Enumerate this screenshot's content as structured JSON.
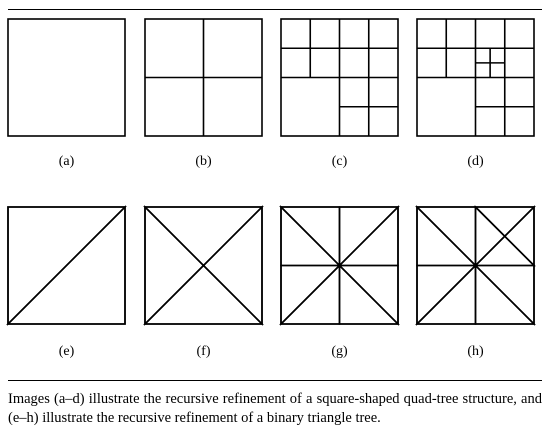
{
  "figure": {
    "panels": [
      {
        "id": "a",
        "label": "(a)",
        "kind": "quadtree",
        "splits": []
      },
      {
        "id": "b",
        "label": "(b)",
        "kind": "quadtree",
        "splits": [
          ""
        ]
      },
      {
        "id": "c",
        "label": "(c)",
        "kind": "quadtree",
        "splits": [
          "",
          "0",
          "1",
          "3"
        ]
      },
      {
        "id": "d",
        "label": "(d)",
        "kind": "quadtree",
        "splits": [
          "",
          "0",
          "1",
          "3",
          "12"
        ]
      },
      {
        "id": "e",
        "label": "(e)",
        "kind": "triangles",
        "triangles": [
          [
            [
              0,
              0
            ],
            [
              1,
              0
            ],
            [
              0,
              1
            ]
          ],
          [
            [
              1,
              0
            ],
            [
              1,
              1
            ],
            [
              0,
              1
            ]
          ]
        ]
      },
      {
        "id": "f",
        "label": "(f)",
        "kind": "triangles",
        "triangles": [
          [
            [
              0,
              0
            ],
            [
              0.5,
              0.5
            ],
            [
              0,
              1
            ]
          ],
          [
            [
              0,
              0
            ],
            [
              1,
              0
            ],
            [
              0.5,
              0.5
            ]
          ],
          [
            [
              1,
              0
            ],
            [
              1,
              1
            ],
            [
              0.5,
              0.5
            ]
          ],
          [
            [
              0,
              1
            ],
            [
              0.5,
              0.5
            ],
            [
              1,
              1
            ]
          ]
        ]
      },
      {
        "id": "g",
        "label": "(g)",
        "kind": "triangles",
        "triangles": [
          [
            [
              0,
              0
            ],
            [
              0.5,
              0.5
            ],
            [
              0,
              0.5
            ]
          ],
          [
            [
              0,
              0.5
            ],
            [
              0.5,
              0.5
            ],
            [
              0,
              1
            ]
          ],
          [
            [
              0,
              0
            ],
            [
              0.5,
              0
            ],
            [
              0.5,
              0.5
            ]
          ],
          [
            [
              0.5,
              0
            ],
            [
              1,
              0
            ],
            [
              0.5,
              0.5
            ]
          ],
          [
            [
              1,
              0
            ],
            [
              1,
              0.5
            ],
            [
              0.5,
              0.5
            ]
          ],
          [
            [
              1,
              0.5
            ],
            [
              1,
              1
            ],
            [
              0.5,
              0.5
            ]
          ],
          [
            [
              0,
              1
            ],
            [
              0.5,
              0.5
            ],
            [
              0.5,
              1
            ]
          ],
          [
            [
              0.5,
              1
            ],
            [
              0.5,
              0.5
            ],
            [
              1,
              1
            ]
          ]
        ]
      },
      {
        "id": "h",
        "label": "(h)",
        "kind": "triangles",
        "triangles": [
          [
            [
              0,
              0
            ],
            [
              0.5,
              0.5
            ],
            [
              0,
              0.5
            ]
          ],
          [
            [
              0,
              0.5
            ],
            [
              0.5,
              0.5
            ],
            [
              0,
              1
            ]
          ],
          [
            [
              0,
              0
            ],
            [
              0.5,
              0
            ],
            [
              0.5,
              0.5
            ]
          ],
          [
            [
              0.5,
              0
            ],
            [
              0.75,
              0.25
            ],
            [
              0.5,
              0.5
            ]
          ],
          [
            [
              0.5,
              0
            ],
            [
              1,
              0
            ],
            [
              0.75,
              0.25
            ]
          ],
          [
            [
              1,
              0
            ],
            [
              1,
              0.5
            ],
            [
              0.75,
              0.25
            ]
          ],
          [
            [
              1,
              0.5
            ],
            [
              0.5,
              0.5
            ],
            [
              0.75,
              0.25
            ]
          ],
          [
            [
              1,
              0.5
            ],
            [
              1,
              1
            ],
            [
              0.5,
              0.5
            ]
          ],
          [
            [
              0,
              1
            ],
            [
              0.5,
              0.5
            ],
            [
              0.5,
              1
            ]
          ],
          [
            [
              0.5,
              1
            ],
            [
              0.5,
              0.5
            ],
            [
              1,
              1
            ]
          ]
        ]
      }
    ],
    "caption": "Images (a–d) illustrate the recursive refinement of a square-shaped quad-tree structure, and (e–h) illustrate the recursive refinement of a binary triangle tree."
  }
}
